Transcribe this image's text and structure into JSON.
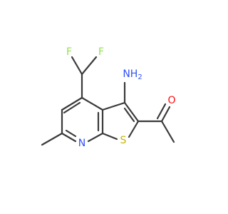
{
  "colors": {
    "bond": "#3a3a3a",
    "F": "#90e050",
    "N": "#3050f8",
    "S": "#c8b400",
    "O": "#ff0d0d"
  },
  "atoms": {
    "F1": "F",
    "F2": "F",
    "NH2": "NH",
    "NH2_sub": "2",
    "O": "O",
    "N_ring": "N",
    "S": "S"
  }
}
